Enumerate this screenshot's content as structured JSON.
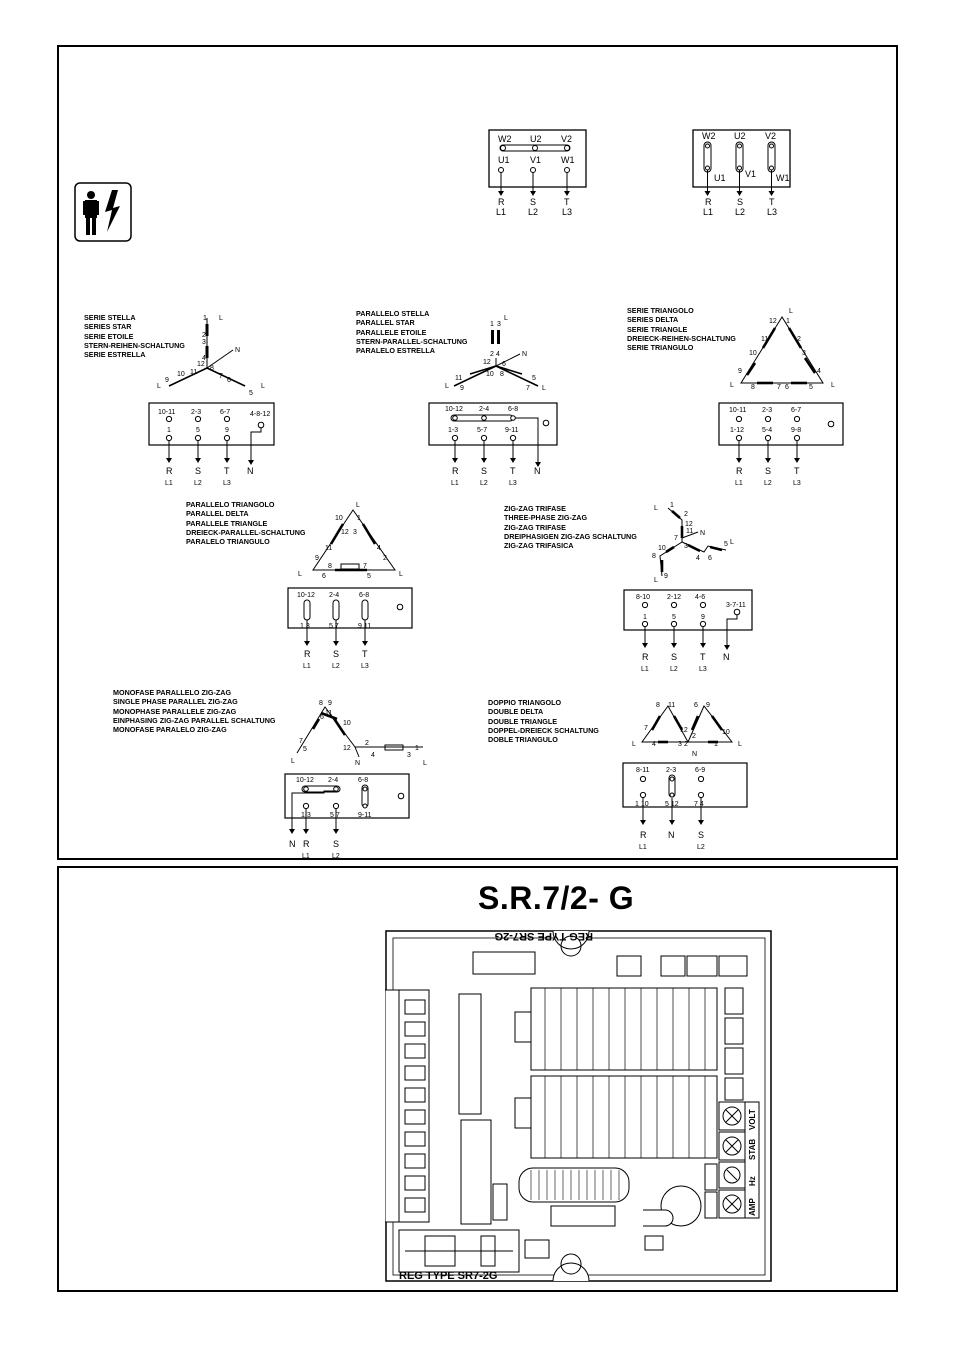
{
  "model_title": "S.R.7/2- G",
  "terminal_box_a": {
    "top": [
      "W2",
      "U2",
      "V2"
    ],
    "bottom": [
      "U1",
      "V1",
      "W1"
    ],
    "lines": [
      "R",
      "S",
      "T"
    ],
    "phases": [
      "L1",
      "L2",
      "L3"
    ]
  },
  "terminal_box_b": {
    "top": [
      "W2",
      "U2",
      "V2"
    ],
    "bottom": [
      "U1",
      "V1",
      "W1"
    ],
    "lines": [
      "R",
      "S",
      "T"
    ],
    "phases": [
      "L1",
      "L2",
      "L3"
    ]
  },
  "diagrams": [
    {
      "id": "series-star",
      "caption": [
        "SERIE STELLA",
        "SERIES STAR",
        "SERIE ETOILE",
        "STERN-REIHEN-SCHALTUNG",
        "SERIE ESTRELLA"
      ],
      "top_terms": [
        "10-11",
        "2-3",
        "6-7",
        "4-8-12"
      ],
      "bottom_terms": [
        "1",
        "5",
        "9"
      ],
      "lines": [
        "R",
        "S",
        "T",
        "N"
      ],
      "phases": [
        "L1",
        "L2",
        "L3"
      ]
    },
    {
      "id": "parallel-star",
      "caption": [
        "PARALLELO STELLA",
        "PARALLEL STAR",
        "PARALLELE ETOILE",
        "STERN-PARALLEL-SCHALTUNG",
        "PARALELO ESTRELLA"
      ],
      "top_terms": [
        "10-12",
        "2-4",
        "6-8"
      ],
      "bottom_terms": [
        "1-3",
        "5-7",
        "9-11"
      ],
      "lines": [
        "R",
        "S",
        "T",
        "N"
      ],
      "phases": [
        "L1",
        "L2",
        "L3"
      ]
    },
    {
      "id": "series-delta",
      "caption": [
        "SERIE TRIANGOLO",
        "SERIES DELTA",
        "SERIE TRIANGLE",
        "DREIECK-REIHEN-SCHALTUNG",
        "SERIE TRIANGULO"
      ],
      "top_terms": [
        "10-11",
        "2-3",
        "6-7"
      ],
      "bottom_terms": [
        "1-12",
        "5-4",
        "9-8"
      ],
      "lines": [
        "R",
        "S",
        "T"
      ],
      "phases": [
        "L1",
        "L2",
        "L3"
      ]
    },
    {
      "id": "parallel-delta",
      "caption": [
        "PARALLELO TRIANGOLO",
        "PARALLEL DELTA",
        "PARALLELE TRIANGLE",
        "DREIECK-PARALLEL-SCHALTUNG",
        "PARALELO TRIANGULO"
      ],
      "top_terms": [
        "10-12",
        "2-4",
        "6-8"
      ],
      "bottom_terms": [
        "1 3",
        "5 7",
        "9 11"
      ],
      "lines": [
        "R",
        "S",
        "T"
      ],
      "phases": [
        "L1",
        "L2",
        "L3"
      ]
    },
    {
      "id": "zigzag-three-phase",
      "caption": [
        "ZIG-ZAG TRIFASE",
        "THREE-PHASE ZIG-ZAG",
        "ZIG-ZAG TRIFASE",
        "DREIPHASIGEN ZIG-ZAG SCHALTUNG",
        "ZIG-ZAG TRIFASICA"
      ],
      "top_terms": [
        "8-10",
        "2-12",
        "4-6",
        "3-7-11"
      ],
      "bottom_terms": [
        "1",
        "5",
        "9"
      ],
      "lines": [
        "R",
        "S",
        "T",
        "N"
      ],
      "phases": [
        "L1",
        "L2",
        "L3"
      ]
    },
    {
      "id": "single-phase-zigzag",
      "caption": [
        "MONOFASE PARALLELO ZIG-ZAG",
        "SINGLE PHASE PARALLEL ZIG-ZAG",
        "MONOPHASE PARALLELE ZIG-ZAG",
        "EINPHASING ZIG-ZAG PARALLEL SCHALTUNG",
        "MONOFASE PARALELO ZIG-ZAG"
      ],
      "top_terms": [
        "10-12",
        "2-4",
        "6-8"
      ],
      "bottom_terms": [
        "1 3",
        "5 7",
        "9-11"
      ],
      "lines": [
        "N",
        "R",
        "S"
      ],
      "phases": [
        "L1",
        "L2"
      ]
    },
    {
      "id": "double-delta",
      "caption": [
        "DOPPIO TRIANGOLO",
        "DOUBLE DELTA",
        "DOUBLE TRIANGLE",
        "DOPPEL-DREIECK SCHALTUNG",
        "DOBLE TRIANGULO"
      ],
      "top_terms": [
        "8-11",
        "2-3",
        "6-9"
      ],
      "bottom_terms": [
        "1 10",
        "5 12",
        "7 4"
      ],
      "lines": [
        "R",
        "N",
        "S"
      ],
      "phases": [
        "L1",
        "L2"
      ]
    }
  ],
  "regulator_board": {
    "silkscreen_top": "REG TYPE SR7-2G",
    "silkscreen_bottom": "REG TYPE SR7-2G",
    "side_labels": [
      "VOLT",
      "STAB",
      "Hz",
      "AMP"
    ]
  }
}
